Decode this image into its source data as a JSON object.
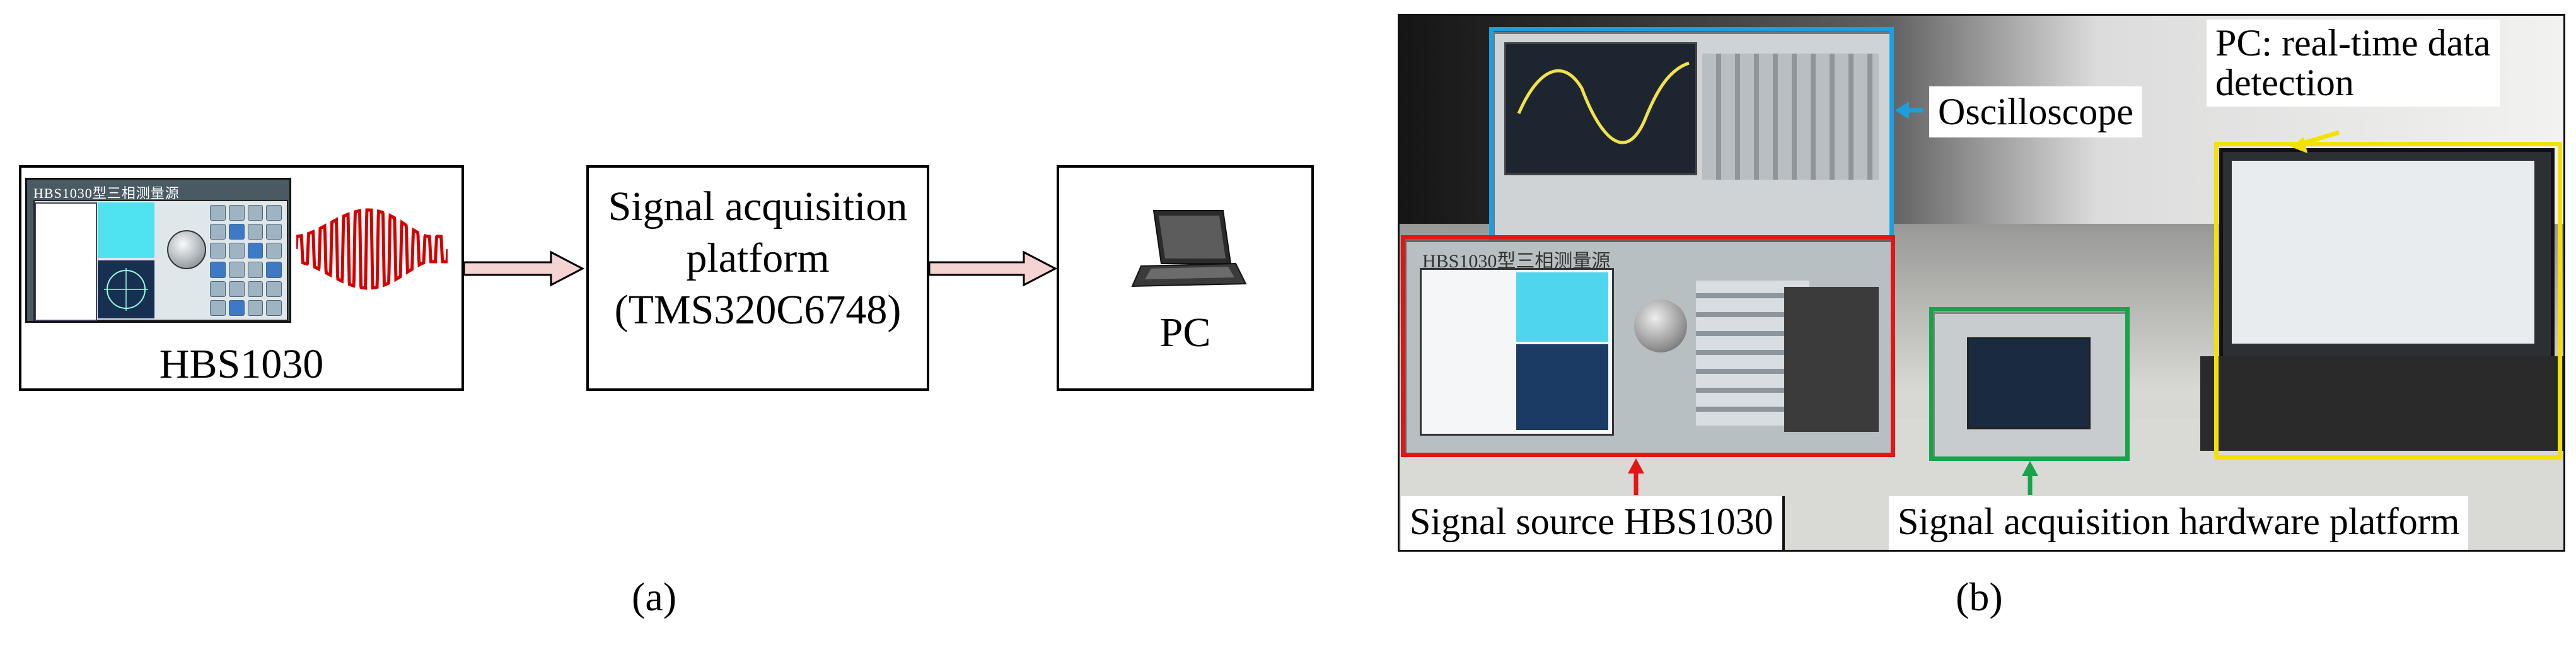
{
  "panel_a": {
    "device_block_label": "HBS1030",
    "device_title_text": "HBS1030型三相测量源",
    "acquisition_block_lines": [
      "Signal acquisition",
      "platform",
      "(TMS320C6748)"
    ],
    "pc_block_label": "PC",
    "arrow_color": "#f6d3d3",
    "signal_color": "#d40000"
  },
  "panel_b": {
    "labels": {
      "oscilloscope": "Oscilloscope",
      "pc_line1": "PC: real-time data",
      "pc_line2": "detection",
      "signal_source": "Signal source HBS1030",
      "hardware_platform": "Signal acquisition hardware platform"
    },
    "device_text": "HBS1030型三相测量源",
    "highlight_colors": {
      "oscilloscope": "#1aa0e0",
      "signal_source": "#e31515",
      "hardware": "#16a34a",
      "pc": "#f2e200"
    }
  },
  "captions": {
    "a": "(a)",
    "b": "(b)"
  }
}
